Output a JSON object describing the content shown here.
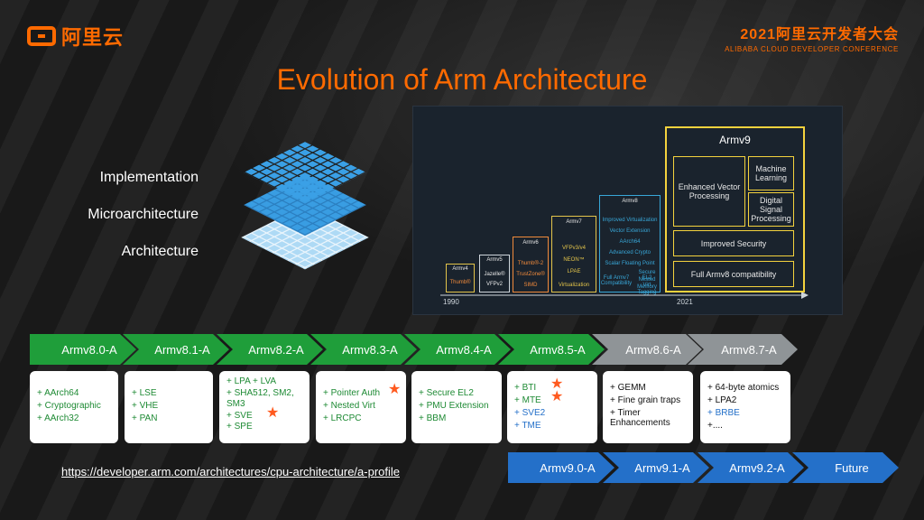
{
  "header": {
    "logo_text": "阿里云",
    "conference_title": "2021阿里云开发者大会",
    "conference_subtitle": "ALIBABA CLOUD DEVELOPER CONFERENCE",
    "slide_title": "Evolution of Arm Architecture"
  },
  "layers": [
    "Implementation",
    "Microarchitecture",
    "Architecture"
  ],
  "evolution": {
    "year_start": "1990",
    "year_end": "2021",
    "versions": [
      "Armv4",
      "Armv5",
      "Armv6",
      "Armv7",
      "Armv8",
      "Armv9"
    ],
    "armv4_items": [
      "Thumb®"
    ],
    "armv5_items": [
      "Jazelle®",
      "VFPv2"
    ],
    "armv6_items": [
      "Thumb®-2",
      "TrustZone®",
      "SIMD"
    ],
    "armv7_items": [
      "VFPv3/v4",
      "NEON™",
      "LPAE",
      "Virtualization"
    ],
    "armv8_items": [
      "Improved Virtualization",
      "Vector Extension",
      "AArch64",
      "Advanced Crypto",
      "Scalar Floating Point",
      "Full Armv7 Compatibility",
      "Secure EL2",
      "Nested Virt",
      "Memory Tagging"
    ],
    "armv9_items": [
      "Enhanced Vector Processing",
      "Machine Learning",
      "Digital Signal Processing",
      "Improved Security",
      "Full Armv8 compatibility"
    ]
  },
  "timeline_top": [
    {
      "label": "Armv8.0-A",
      "color": "green"
    },
    {
      "label": "Armv8.1-A",
      "color": "green"
    },
    {
      "label": "Armv8.2-A",
      "color": "green"
    },
    {
      "label": "Armv8.3-A",
      "color": "green"
    },
    {
      "label": "Armv8.4-A",
      "color": "green"
    },
    {
      "label": "Armv8.5-A",
      "color": "green"
    },
    {
      "label": "Armv8.6-A",
      "color": "gray"
    },
    {
      "label": "Armv8.7-A",
      "color": "gray"
    }
  ],
  "features": [
    [
      "+ AArch64",
      "+ Cryptographic",
      "+ AArch32"
    ],
    [
      "+ LSE",
      "+ VHE",
      "+ PAN"
    ],
    [
      "+ LPA + LVA",
      "+ SHA512, SM2,",
      "SM3",
      "+ SVE",
      "+ SPE"
    ],
    [
      "+ Pointer Auth",
      "+ Nested Virt",
      "+ LRCPC"
    ],
    [
      "+ Secure EL2",
      "+ PMU Extension",
      "+ BBM"
    ],
    [
      "+ BTI",
      "+ MTE",
      "+ SVE2",
      "+ TME"
    ],
    [
      "+ GEMM",
      "+ Fine grain traps",
      "+ Timer",
      "Enhancements"
    ],
    [
      "+ 64-byte atomics",
      "+ LPA2",
      "+ BRBE",
      "+...."
    ]
  ],
  "timeline_bottom": [
    "Armv9.0-A",
    "Armv9.1-A",
    "Armv9.2-A",
    "Future"
  ],
  "reference_link": "https://developer.arm.com/architectures/cpu-architecture/a-profile",
  "colors": {
    "accent": "#ff6a00",
    "green": "#1f9e3a",
    "gray": "#8f9497",
    "blue": "#2470c9",
    "star": "#ff5a1f"
  }
}
